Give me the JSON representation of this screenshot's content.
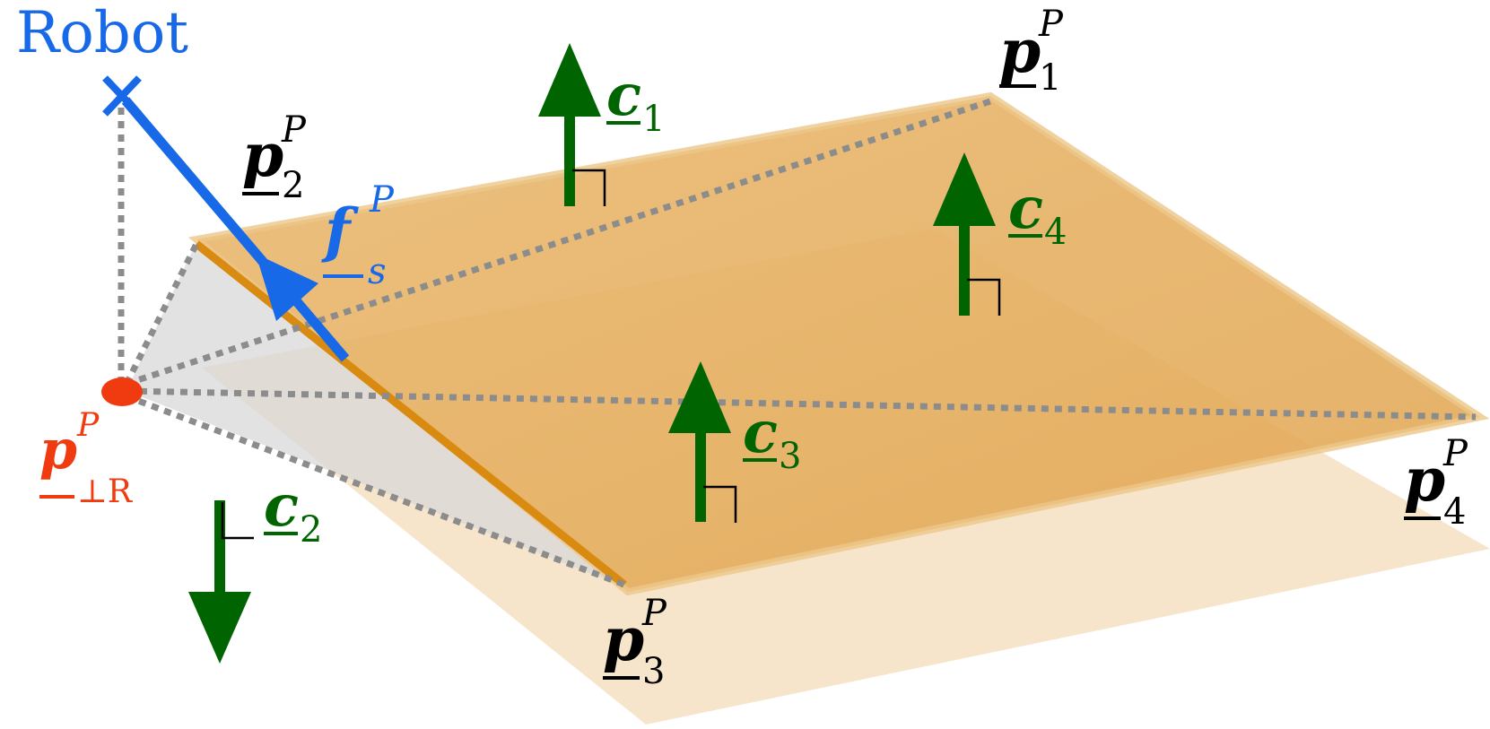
{
  "colors": {
    "robot": "#1769e8",
    "projection_point": "#f03a10",
    "normal_vectors": "#006400",
    "plane_fill": "#e3a64f",
    "plane_edge": "#d98a10",
    "plane_light": "#f6e1c2",
    "support_region": "#d8d8d8",
    "dotted_lines": "#8c8c8c",
    "labels": "#000000"
  },
  "robot": {
    "label": "Robot",
    "marker_icon": "cross-icon"
  },
  "force": {
    "letter": "f",
    "sub": "s",
    "sup": "P"
  },
  "projected_point": {
    "letter": "p",
    "sub": "⊥R",
    "sup": "P"
  },
  "corners": [
    {
      "letter": "p",
      "sub": "1",
      "sup": "P"
    },
    {
      "letter": "p",
      "sub": "2",
      "sup": "P"
    },
    {
      "letter": "p",
      "sub": "3",
      "sup": "P"
    },
    {
      "letter": "p",
      "sub": "4",
      "sup": "P"
    }
  ],
  "normals": [
    {
      "letter": "c",
      "sub": "1",
      "direction": "up"
    },
    {
      "letter": "c",
      "sub": "2",
      "direction": "down"
    },
    {
      "letter": "c",
      "sub": "3",
      "direction": "up"
    },
    {
      "letter": "c",
      "sub": "4",
      "direction": "up"
    }
  ]
}
